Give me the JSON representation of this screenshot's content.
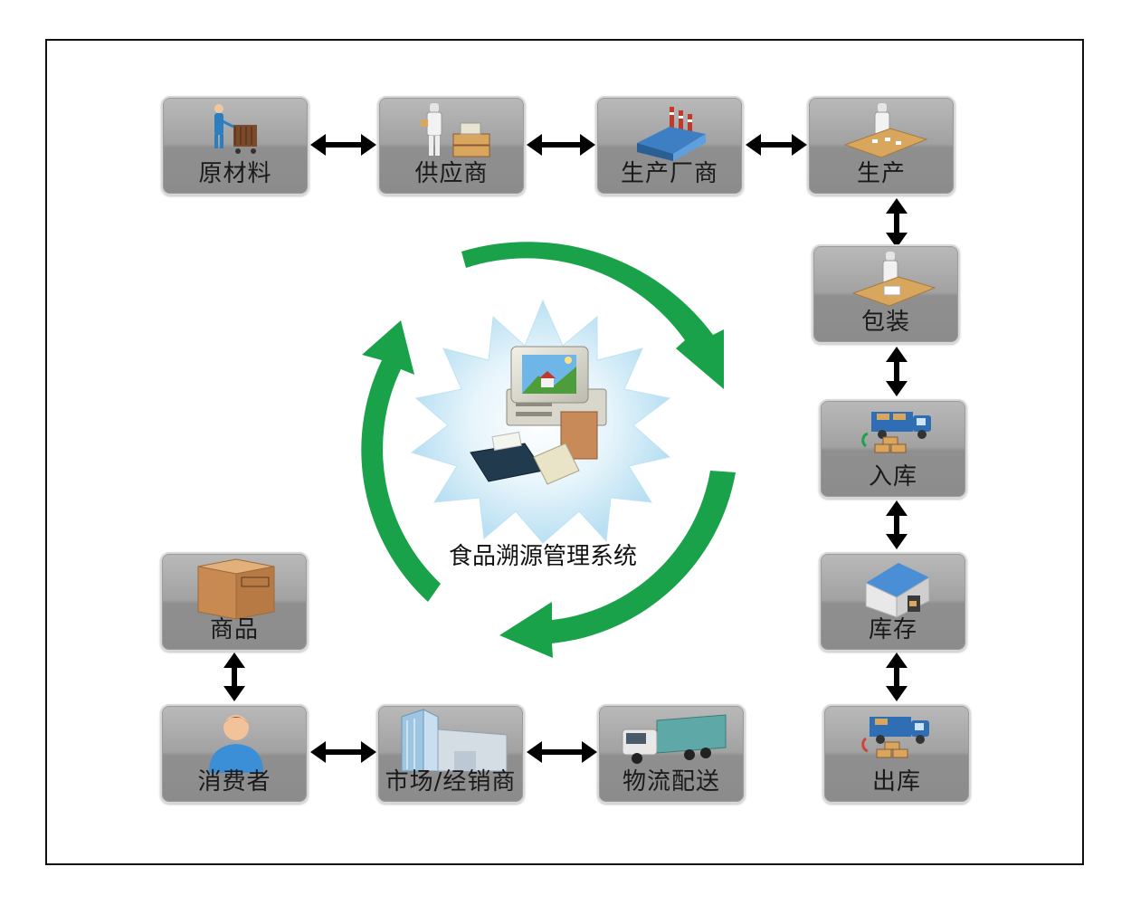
{
  "center": {
    "title": "食品溯源管理系统"
  },
  "nodes": {
    "raw_materials": "原材料",
    "supplier": "供应商",
    "manufacturer": "生产厂商",
    "production": "生产",
    "packaging": "包装",
    "warehousing_in": "入库",
    "inventory": "库存",
    "warehousing_out": "出库",
    "logistics": "物流配送",
    "market_dealer": "市场/经销商",
    "consumer": "消费者",
    "goods": "商品"
  },
  "colors": {
    "node_fill": "#a0a0a0",
    "cycle_arrow": "#1aa24a",
    "connector": "#000000"
  },
  "icons": {
    "raw_materials": "worker-with-cart-icon",
    "supplier": "businessman-with-boxes-icon",
    "manufacturer": "factory-icon",
    "production": "worker-at-table-icon",
    "packaging": "packing-worker-icon",
    "warehousing_in": "truck-with-boxes-icon",
    "inventory": "warehouse-icon",
    "warehousing_out": "truck-unloading-icon",
    "logistics": "delivery-truck-icon",
    "market_dealer": "building-icon",
    "consumer": "person-icon",
    "goods": "cardboard-box-icon",
    "center": "computer-system-icon"
  }
}
